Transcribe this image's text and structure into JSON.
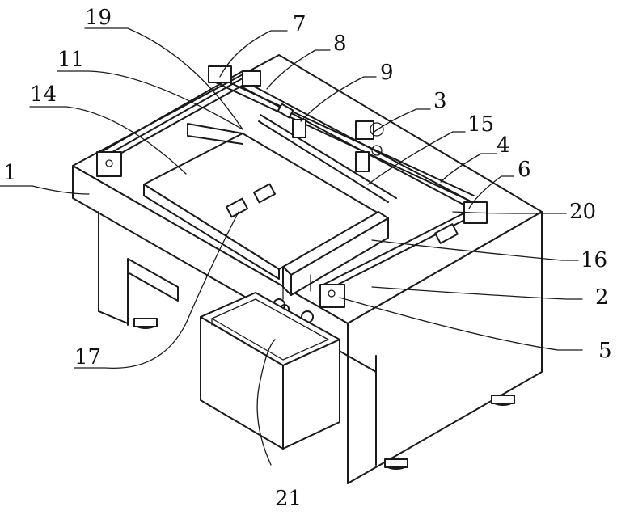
{
  "figure": {
    "labels": {
      "n1": "1",
      "n2": "2",
      "n3": "3",
      "n4": "4",
      "n5": "5",
      "n6": "6",
      "n7": "7",
      "n8": "8",
      "n9": "9",
      "n11": "11",
      "n14": "14",
      "n15": "15",
      "n16": "16",
      "n17": "17",
      "n19": "19",
      "n20": "20",
      "n21": "21"
    }
  }
}
